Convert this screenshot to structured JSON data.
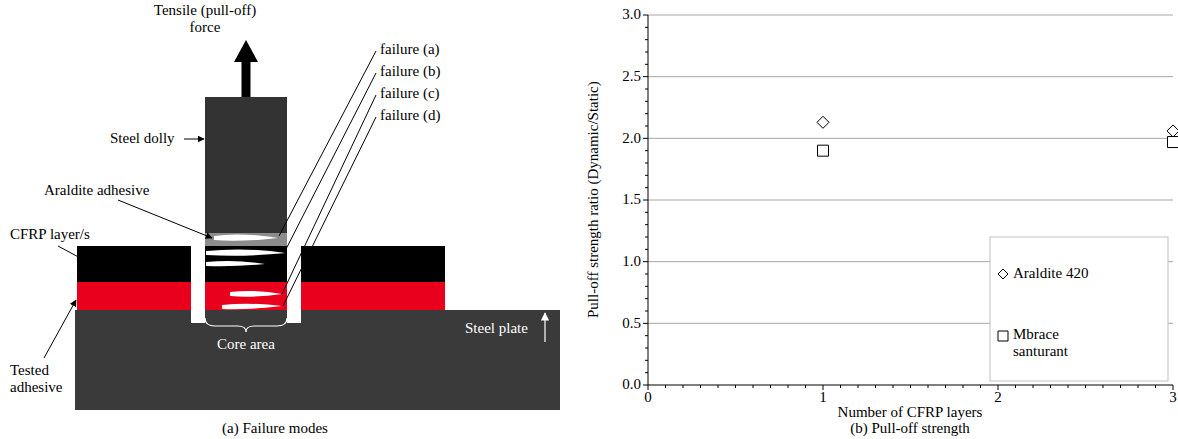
{
  "diagram": {
    "labels": [
      "Tensile (pull-off) force",
      "Steel dolly",
      "Araldite adhesive",
      "CFRP layer/s",
      "Tested adhesive",
      "Core area",
      "Steel plate",
      "failure (a)",
      "failure (b)",
      "failure (c)",
      "failure (d)",
      "(a) Failure modes",
      "Pull-off strength ratio (Dynamic/Static)",
      "0.0",
      "0.5",
      "1.0",
      "1.5",
      "2.0",
      "2.5",
      "3.0",
      "0",
      "1",
      "2",
      "3",
      "Number of CFRP layers",
      "(b) Pull-off strength"
    ],
    "legend": [
      {
        "text": "Araldite 420"
      },
      {
        "text": "Mbrace santurant"
      }
    ]
  }
}
